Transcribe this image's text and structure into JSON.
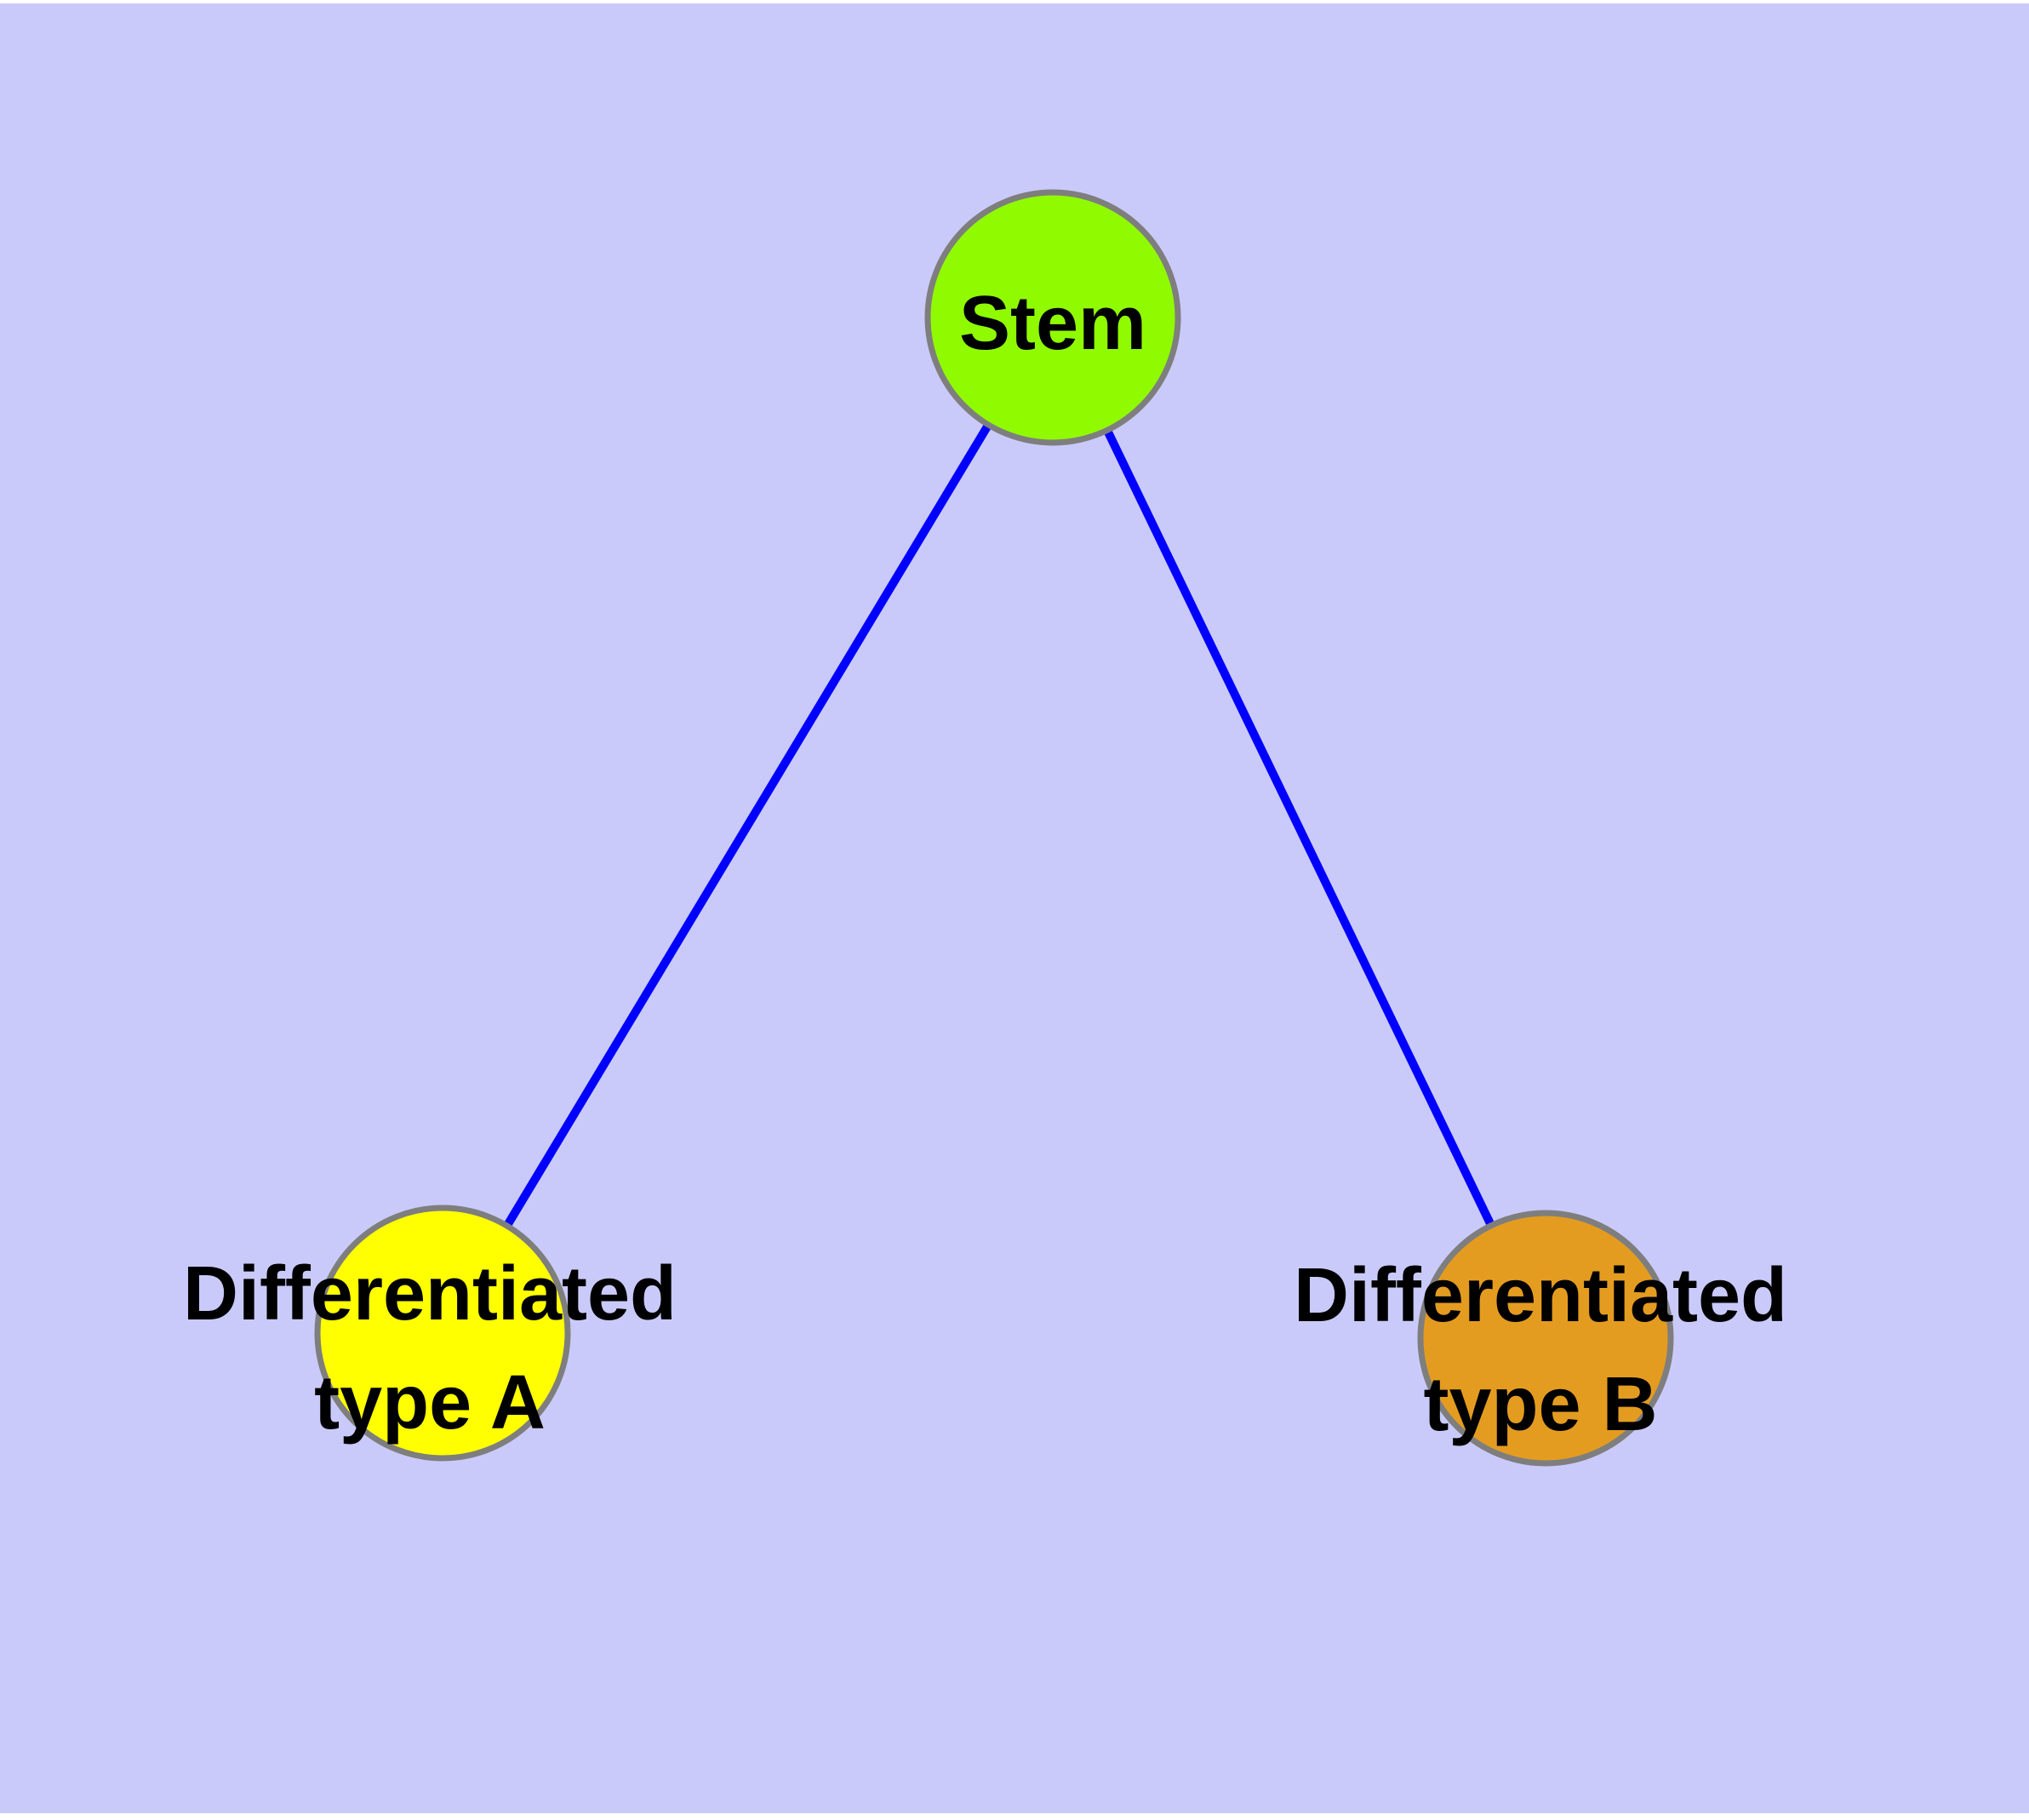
{
  "diagram": {
    "title": "",
    "background_color": "#CACAFA",
    "frame_color": "#FFFFFF",
    "node_border_color": "#7E7E7E",
    "edge_color": "#0000FF",
    "label_color": "#000000",
    "nodes": {
      "stem": {
        "label": "Stem",
        "color": "#90FB00"
      },
      "type_a": {
        "label_line1": "Differentiated",
        "label_line2": "type A",
        "label_full": "Differentiated type A",
        "color": "#FFFF00"
      },
      "type_b": {
        "label_line1": "Differentiated",
        "label_line2": "type B",
        "label_full": "Differentiated type B",
        "color": "#E49C20"
      }
    },
    "edges": [
      {
        "from": "Stem",
        "to": "Differentiated type A"
      },
      {
        "from": "Stem",
        "to": "Differentiated type B"
      }
    ]
  }
}
